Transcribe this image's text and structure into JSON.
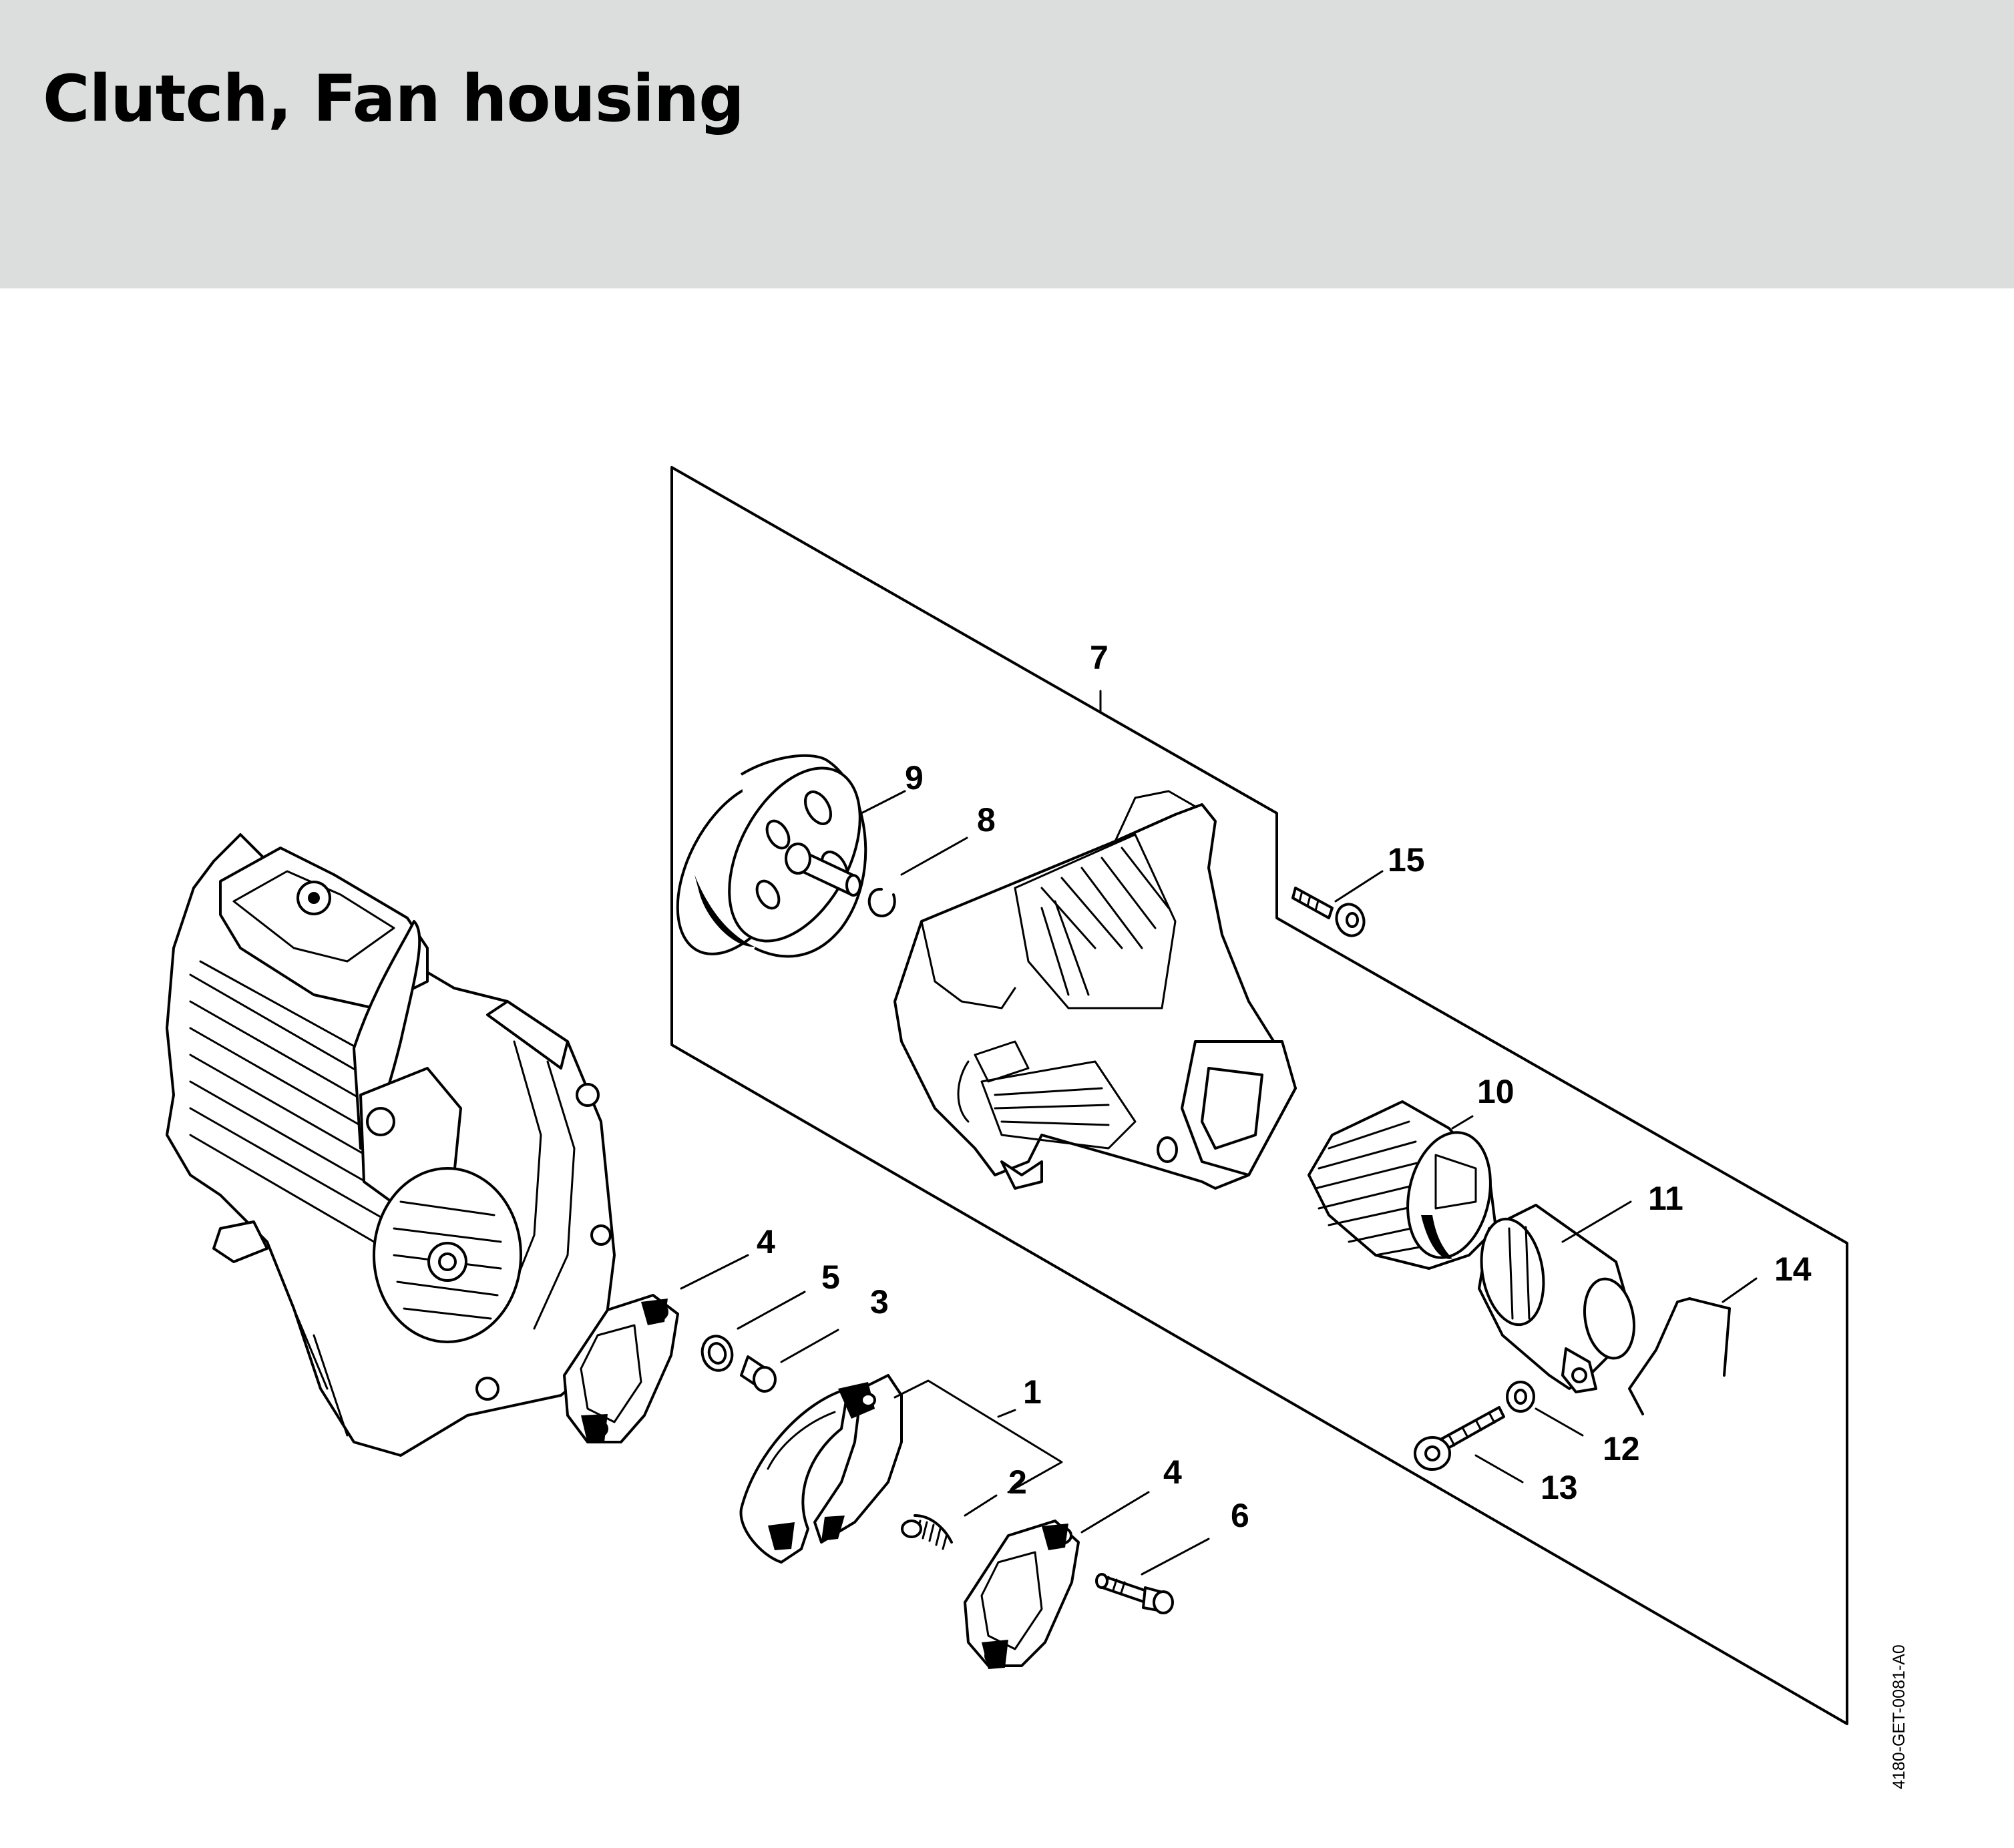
{
  "title": "Clutch, Fan housing",
  "drawing_id": "4180-GET-0081-A0",
  "callouts": {
    "c1": "1",
    "c2": "2",
    "c3": "3",
    "c4a": "4",
    "c4b": "4",
    "c5": "5",
    "c6": "6",
    "c7": "7",
    "c8": "8",
    "c9": "9",
    "c10": "10",
    "c11": "11",
    "c12": "12",
    "c13": "13",
    "c14": "14",
    "c15": "15"
  }
}
